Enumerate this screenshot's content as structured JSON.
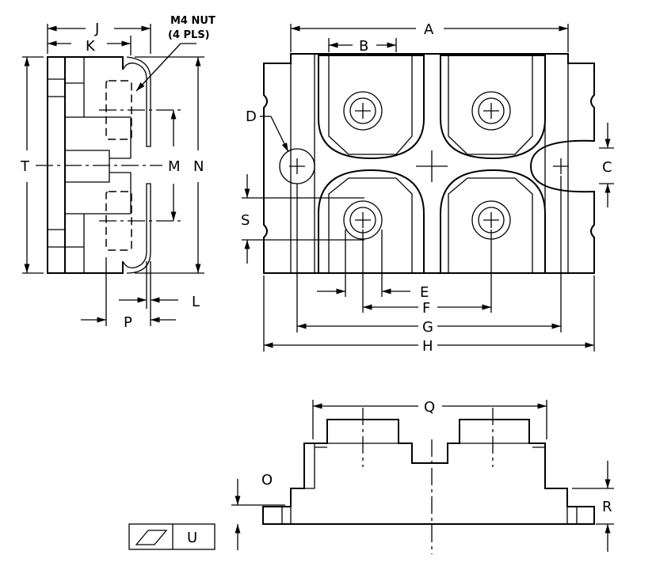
{
  "title": "Module package outline drawing",
  "side_view": {
    "J": "J",
    "K": "K",
    "nut_line1": "M4 NUT",
    "nut_line2": "(4 PLS)",
    "T": "T",
    "M": "M",
    "N": "N",
    "L": "L",
    "P": "P"
  },
  "top_view": {
    "A": "A",
    "B": "B",
    "D": "D",
    "C": "C",
    "S": "S",
    "E": "E",
    "F": "F",
    "G": "G",
    "H": "H"
  },
  "front_view": {
    "Q": "Q",
    "O": "O",
    "R": "R",
    "U": "U"
  }
}
